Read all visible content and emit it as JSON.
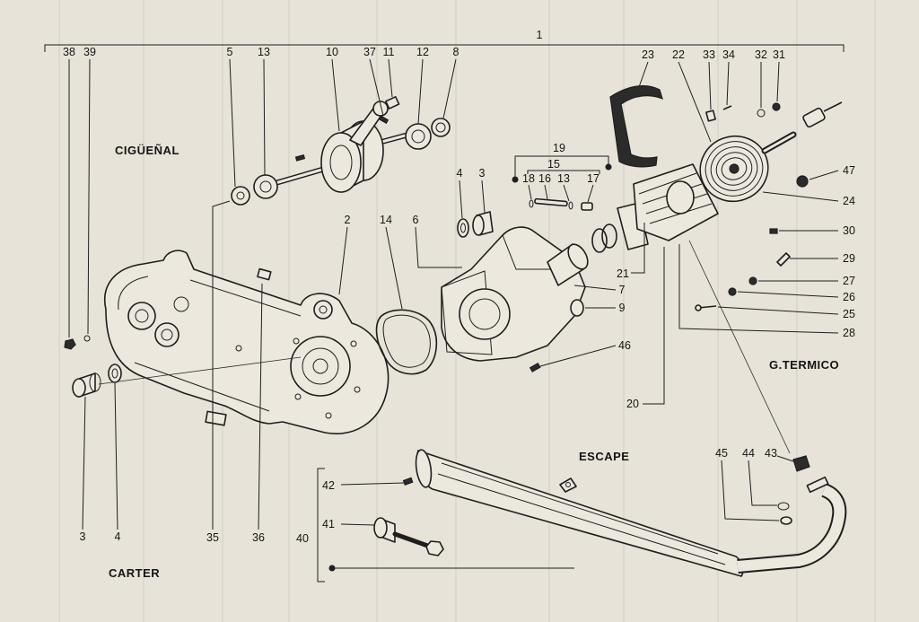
{
  "diagram": {
    "sections": {
      "crankshaft": "CIGÜEÑAL",
      "crankcase": "CARTER",
      "exhaust": "ESCAPE",
      "thermal_group": "G.TERMICO"
    },
    "callouts": [
      "1",
      "38",
      "39",
      "5",
      "13",
      "10",
      "37",
      "11",
      "12",
      "8",
      "23",
      "22",
      "33",
      "34",
      "32",
      "31",
      "19",
      "15",
      "18",
      "16",
      "13",
      "17",
      "4",
      "3",
      "2",
      "14",
      "6",
      "47",
      "24",
      "30",
      "29",
      "27",
      "26",
      "25",
      "28",
      "7",
      "9",
      "21",
      "46",
      "20",
      "3",
      "4",
      "35",
      "36",
      "45",
      "44",
      "43",
      "42",
      "41",
      "40"
    ]
  }
}
